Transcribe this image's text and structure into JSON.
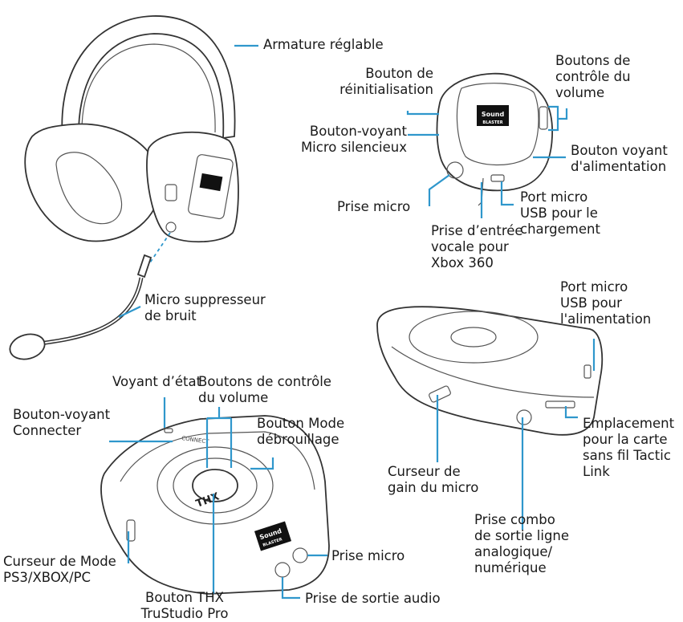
{
  "headset_labels": {
    "headband": "Armature réglable",
    "mic": [
      "Micro suppresseur",
      "de bruit"
    ]
  },
  "earcup_labels": {
    "reset": [
      "Bouton de",
      "réinitialisation"
    ],
    "mute": [
      "Bouton-voyant",
      "Micro silencieux"
    ],
    "volume": [
      "Boutons de",
      "contrôle du",
      "volume"
    ],
    "power": [
      "Bouton voyant",
      "d'alimentation"
    ],
    "mic_jack": "Prise micro",
    "usb_charge": [
      "Port micro",
      "USB pour le",
      "chargement"
    ],
    "voice_in": [
      "Prise d’entrée",
      "vocale pour",
      "Xbox 360"
    ]
  },
  "controller_top_labels": {
    "status": "Voyant d’état",
    "volume": [
      "Boutons de contrôle",
      "du volume"
    ],
    "connect": [
      "Bouton-voyant",
      "Connecter"
    ],
    "scout": [
      "Bouton Mode",
      "débrouillage"
    ],
    "mode_switch": [
      "Curseur de Mode",
      "PS3/XBOX/PC"
    ],
    "mic_jack": "Prise micro",
    "thx": [
      "Bouton THX",
      "TruStudio Pro"
    ],
    "audio_out": "Prise de sortie audio"
  },
  "controller_side_labels": {
    "usb_power": [
      "Port micro",
      "USB pour",
      "l'alimentation"
    ],
    "mic_gain": [
      "Curseur de",
      "gain du micro"
    ],
    "slot": [
      "Emplacement",
      "pour la carte",
      "sans fil Tactic",
      "Link"
    ],
    "combo": [
      "Prise combo",
      "de sortie ligne",
      "analogique/",
      "numérique"
    ]
  },
  "device_text": {
    "logo_line1": "Sound",
    "logo_line2": "BLASTER",
    "thx": "THX",
    "connect_print": "CONNECT"
  }
}
